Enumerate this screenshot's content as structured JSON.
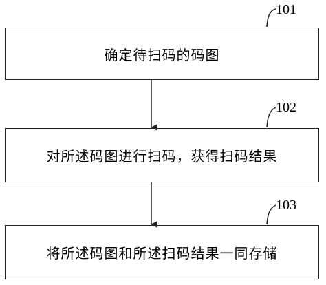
{
  "steps": [
    {
      "ref": "101",
      "text": "确定待扫码的码图"
    },
    {
      "ref": "102",
      "text": "对所述码图进行扫码，获得扫码结果"
    },
    {
      "ref": "103",
      "text": "将所述码图和所述扫码结果一同存储"
    }
  ]
}
